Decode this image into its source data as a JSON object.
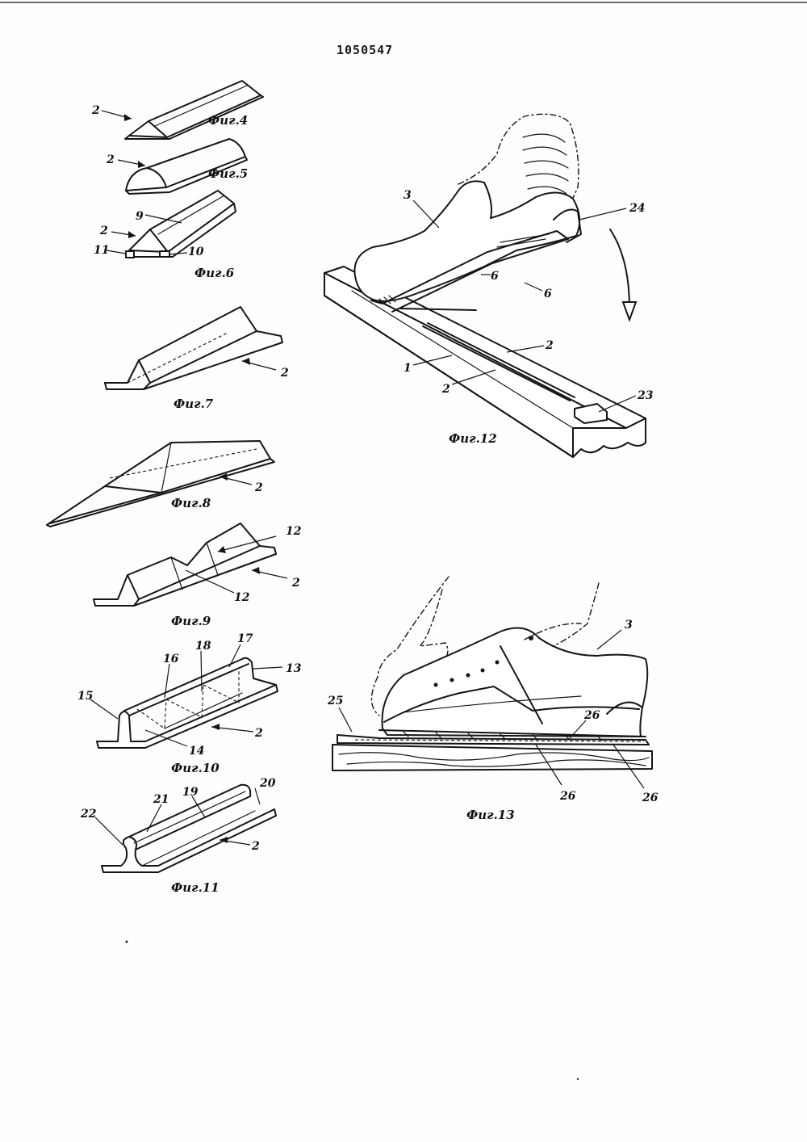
{
  "document_number": "1050547",
  "colors": {
    "ink": "#151515",
    "paper": "#fdfdfc"
  },
  "figures": {
    "fig4": {
      "caption": "Фиг.4",
      "labels": [
        "2"
      ]
    },
    "fig5": {
      "caption": "Фиг.5",
      "labels": [
        "2"
      ]
    },
    "fig6": {
      "caption": "Фиг.6",
      "labels": [
        "9",
        "2",
        "11",
        "10"
      ]
    },
    "fig7": {
      "caption": "Фиг.7",
      "labels": [
        "2"
      ]
    },
    "fig8": {
      "caption": "Фиг.8",
      "labels": [
        "2"
      ]
    },
    "fig9": {
      "caption": "Фиг.9",
      "labels": [
        "12",
        "12",
        "2"
      ]
    },
    "fig10": {
      "caption": "Фиг.10",
      "labels": [
        "16",
        "18",
        "17",
        "13",
        "15",
        "14",
        "2"
      ]
    },
    "fig11": {
      "caption": "Фиг.11",
      "labels": [
        "21",
        "19",
        "20",
        "22",
        "2"
      ]
    },
    "fig12": {
      "caption": "Фиг.12",
      "labels": [
        "3",
        "24",
        "6",
        "6",
        "2",
        "1",
        "2",
        "23"
      ]
    },
    "fig13": {
      "caption": "Фиг.13",
      "labels": [
        "3",
        "25",
        "26",
        "26",
        "26"
      ]
    }
  }
}
